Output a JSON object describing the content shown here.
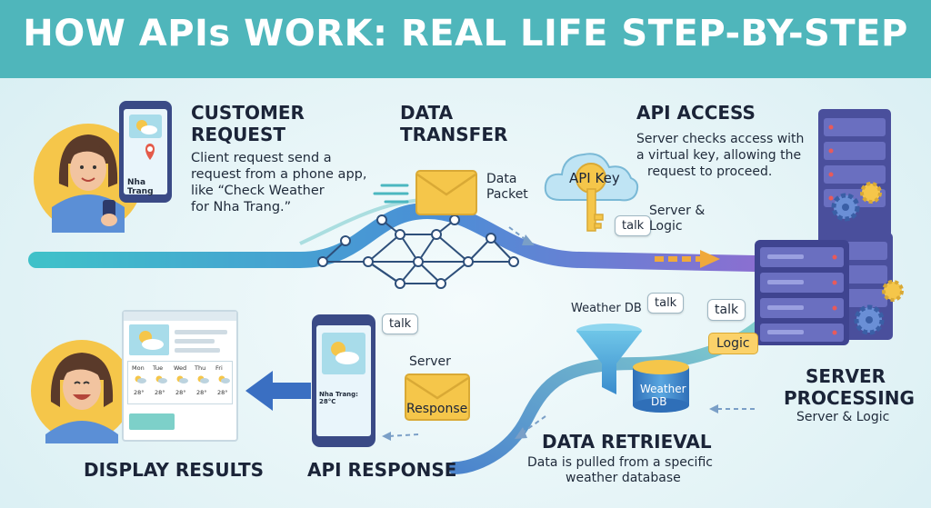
{
  "title": "HOW APIs WORK: REAL LIFE STEP-BY-STEP",
  "customer_request": {
    "heading_1": "CUSTOMER",
    "heading_2": "REQUEST",
    "lines": [
      "Client request send a",
      "request from a phone app,",
      "like “Check Weather",
      "for Nha Trang.”"
    ],
    "phone_label": "Nha Trang"
  },
  "data_transfer": {
    "heading_1": "DATA",
    "heading_2": "TRANSFER",
    "packet_1": "Data",
    "packet_2": "Packet"
  },
  "api_access": {
    "heading": "API ACCESS",
    "lines": [
      "Server checks access with",
      "a virtual key, allowing the",
      "request to proceed."
    ],
    "key_label": "API Key",
    "bubble": "talk",
    "server_logic_1": "Server &",
    "server_logic_2": "Logic"
  },
  "server_processing": {
    "heading_1": "SERVER",
    "heading_2": "PROCESSING",
    "sub": "Server & Logic",
    "bubble": "talk",
    "tag": "Logic"
  },
  "data_retrieval": {
    "heading": "DATA RETRIEVAL",
    "lines": [
      "Data is pulled from a specific",
      "weather database"
    ],
    "db_label": "Weather DB",
    "bubble": "talk",
    "cylinder_1": "Weather",
    "cylinder_2": "DB"
  },
  "api_response": {
    "heading": "API RESPONSE",
    "phone_text": "Nha Trang: 28°C",
    "bubble": "talk",
    "server_label": "Server",
    "envelope_label": "Response"
  },
  "display_results": {
    "heading": "DISPLAY RESULTS",
    "days": [
      "Mon",
      "Tue",
      "Wed",
      "Thu",
      "Fri"
    ],
    "temps": [
      "28°",
      "28°",
      "28°",
      "28°",
      "28°"
    ]
  },
  "colors": {
    "banner": "#4fb6bb",
    "pipe_start": "#3fc1c9",
    "pipe_end": "#8a6fd1",
    "server": "#4a4f9c",
    "envelope": "#f5c64a",
    "arrow_orange": "#f0a93b",
    "arrow_blue": "#3a6fc2"
  }
}
